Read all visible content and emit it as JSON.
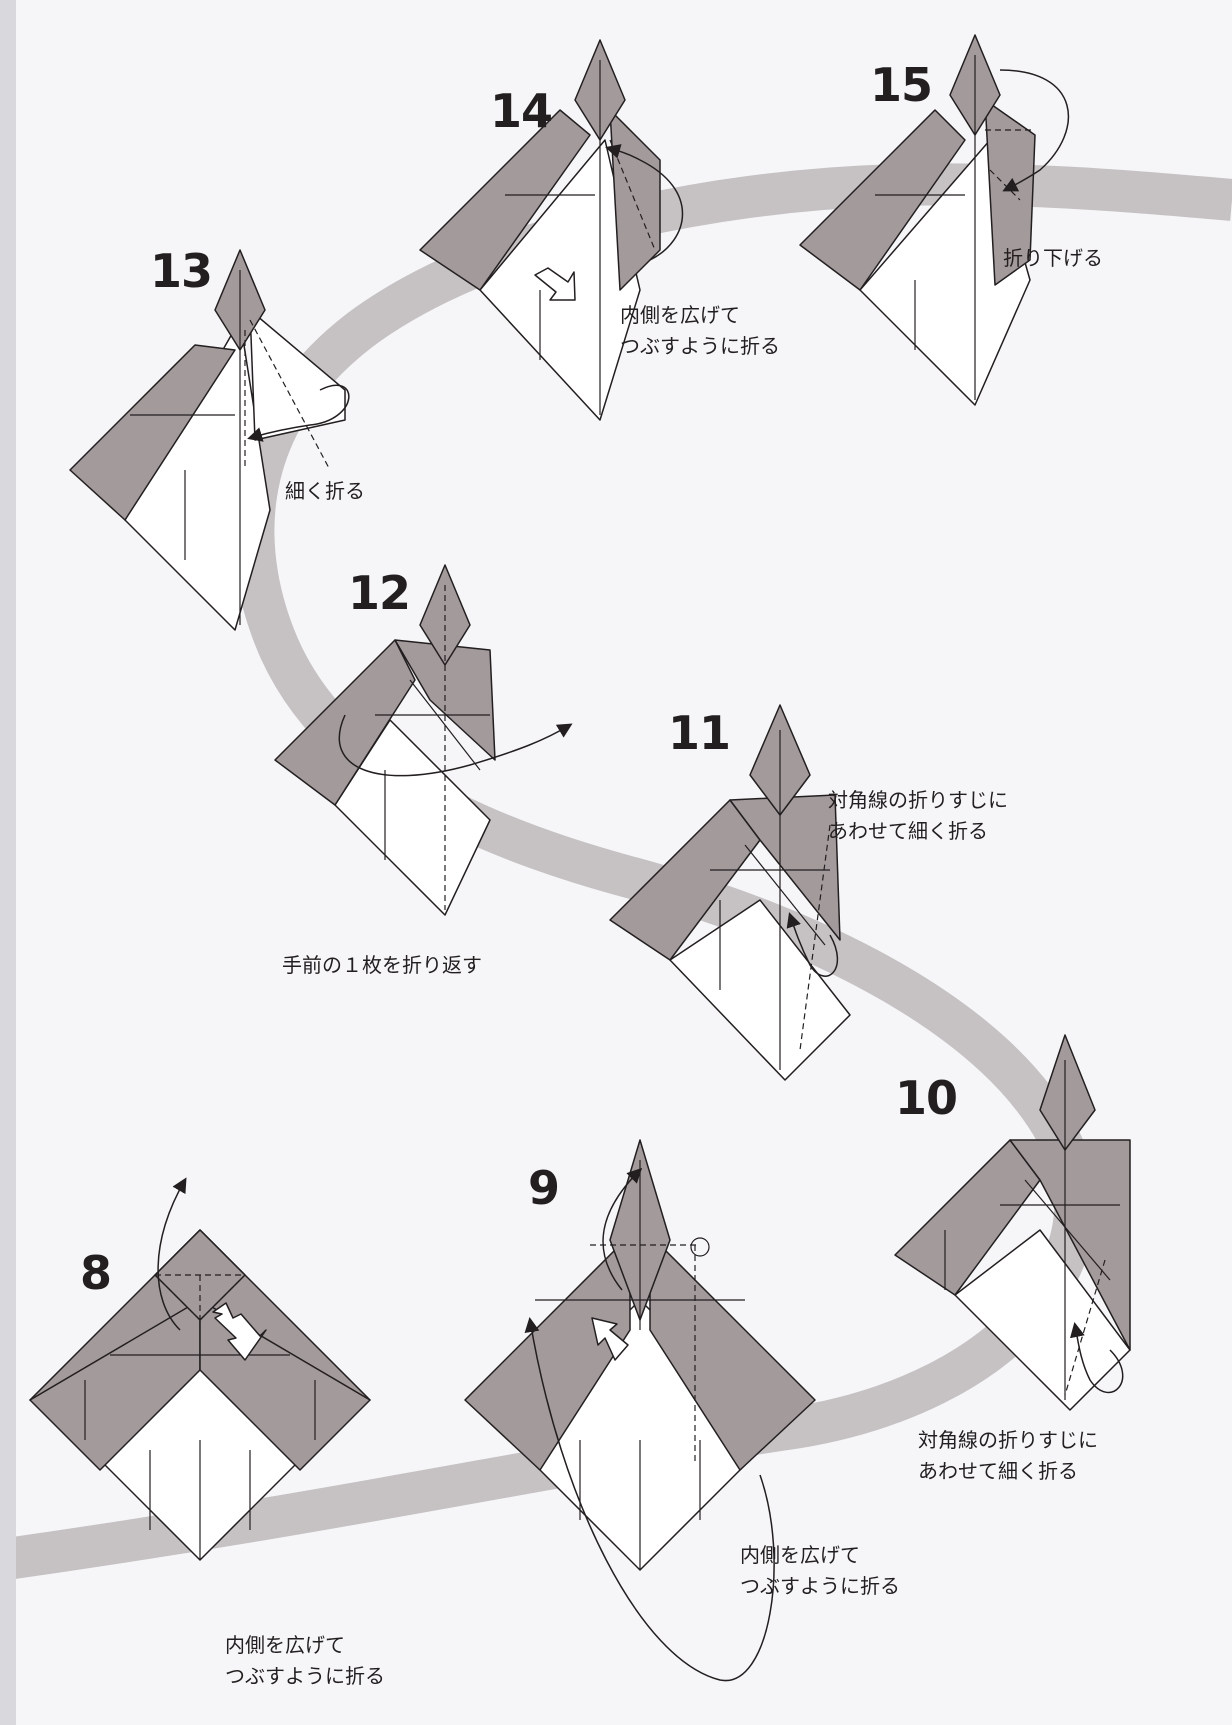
{
  "colors": {
    "paper_background": "#f6f6f8",
    "ribbon": "#b8b3b6",
    "model_colored": "#a39a9b",
    "model_white": "#ffffff",
    "line": "#231f20"
  },
  "steps": [
    {
      "number": "8",
      "caption": [
        "内側を広げて",
        "つぶすように折る"
      ]
    },
    {
      "number": "9",
      "caption": [
        "内側を広げて",
        "つぶすように折る"
      ]
    },
    {
      "number": "10",
      "caption": [
        "対角線の折りすじに",
        "あわせて細く折る"
      ]
    },
    {
      "number": "11",
      "caption": [
        "対角線の折りすじに",
        "あわせて細く折る"
      ]
    },
    {
      "number": "12",
      "caption": [
        "手前の１枚を折り返す"
      ]
    },
    {
      "number": "13",
      "caption": [
        "細く折る"
      ]
    },
    {
      "number": "14",
      "caption": [
        "内側を広げて",
        "つぶすように折る"
      ]
    },
    {
      "number": "15",
      "caption": [
        "折り下げる"
      ]
    }
  ]
}
